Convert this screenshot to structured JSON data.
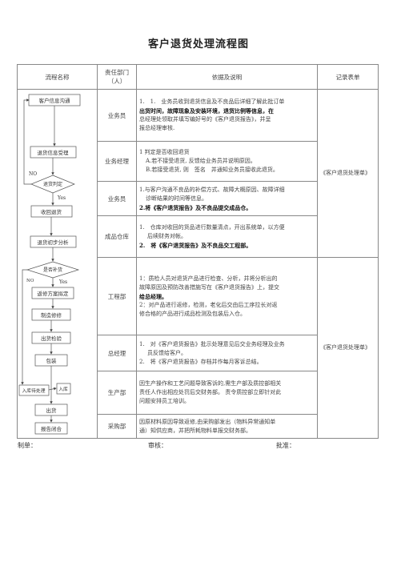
{
  "title": "客户退货处理流程图",
  "headers": {
    "flow": "流程名称",
    "dept_line1": "责任部门",
    "dept_line2": "（人）",
    "basis": "依据及说明",
    "record": "记录表单"
  },
  "flow": {
    "n1": "客户信息沟通",
    "n2": "退货信息受理",
    "no1": "NO",
    "d1": "退货判定",
    "yes1": "Yes",
    "n3": "收回退货",
    "n4": "退货初步分析",
    "d2": "是否补货",
    "no2": "NO",
    "yes2": "Yes",
    "n5": "返修方案拟定",
    "n6": "制造修修",
    "n7": "出货检验",
    "n8": "包装",
    "n9": "入库待处理",
    "n10": "入库",
    "n11": "出货",
    "n12": "报告闭合"
  },
  "rows": [
    {
      "dept": "业务员",
      "lines": [
        "1.　1.　业务员收到退货信息及不良品后详细了解此批订单",
        "出货时间，故障现象及安装环境，退货比例等信息，在",
        "总经理处领取并填写编好号的《客户退货报告》，并呈",
        "报总经理审核."
      ]
    },
    {
      "dept": "业务经理",
      "lines": [
        "1 判定是否收回退货",
        "A.若不接受退货, 反馈给业务员并说明原因。",
        "B.若接受退货, 则　签名　并通知业务员接收此退货。"
      ]
    },
    {
      "dept": "业务员",
      "lines": [
        "1.与客户沟通不良品的补偿方式、故障大概原因、故障详细",
        "诊断结果的时间等信息。",
        "2.将《客户退货报告》及不良品提交成品仓。"
      ]
    },
    {
      "dept": "成品仓库",
      "lines": [
        "1.　仓库对收回的货品进行数量清点，开出系统单，以方便",
        "后续财务对帐。",
        "2.　将《客户退货报告》及不良品交工程部。"
      ]
    },
    {
      "dept": "工程部",
      "lines": [
        "1：质检人员对退货产品进行检查、分析，并将分析出的",
        "故障原因及预防改善措施写在《客户退货报告》上，提交",
        "给总经理。",
        "2：对产品进行返修，检测，老化后交由后工序拉长对返",
        "修合格的产品进行成品检测及包装后入仓。"
      ]
    },
    {
      "dept": "总经理",
      "lines": [
        "1.　对《客户退货报告》批示处理意见后交业务经理及业务",
        "员反馈给客户。",
        "2.　将《客户退货报告》存档并作每月客诉总结。"
      ]
    },
    {
      "dept": "生产部",
      "lines": [
        "因生产操作和工艺问题导致客诉的,需生产部及质控部相关",
        "责任人作出相应处罚后交财务部。 责令质控部立即针对此",
        "问题安排员工培训。"
      ]
    },
    {
      "dept": "采购部",
      "lines": [
        "因原材料原因导致返修,由采购部发出（物料异常通知单",
        "通）知供应商，并把所耗物料单报交财务部。"
      ]
    }
  ],
  "records": {
    "r1": "《客户退货处理单》",
    "r2": "《客户退货处理单》"
  },
  "footer": {
    "maker": "制单：",
    "review": "审核：",
    "approve": "批准："
  }
}
